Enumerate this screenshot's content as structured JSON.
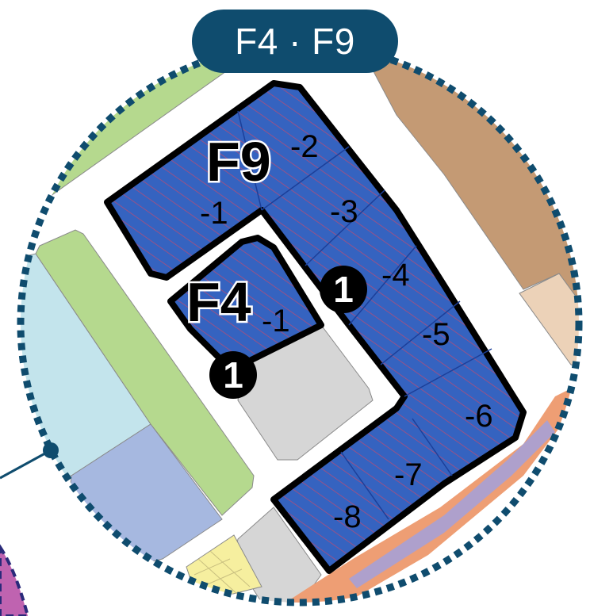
{
  "title": "F4 · F9",
  "blocks": {
    "f9": {
      "label": "F9",
      "lots": [
        "-1",
        "-2",
        "-3",
        "-4",
        "-5",
        "-6",
        "-7",
        "-8"
      ]
    },
    "f4": {
      "label": "F4",
      "lots": [
        "-1"
      ]
    }
  },
  "markers": [
    "1",
    "1"
  ],
  "colors": {
    "title_bg": "#0f4c6e",
    "border_dots": "#0f4c6e",
    "block_fill": "#3563c0",
    "hatch": "#c24a6e",
    "green": "#b5d98e",
    "light_blue": "#c3e4ec",
    "periwinkle": "#a6b8e0",
    "brown": "#c49a74",
    "beige": "#ecd2b8",
    "grey": "#d6d6d6",
    "yellow": "#f6ef9f",
    "magenta": "#bf63b0",
    "orange": "#ee9e74",
    "lavender": "#a6a0d6"
  }
}
